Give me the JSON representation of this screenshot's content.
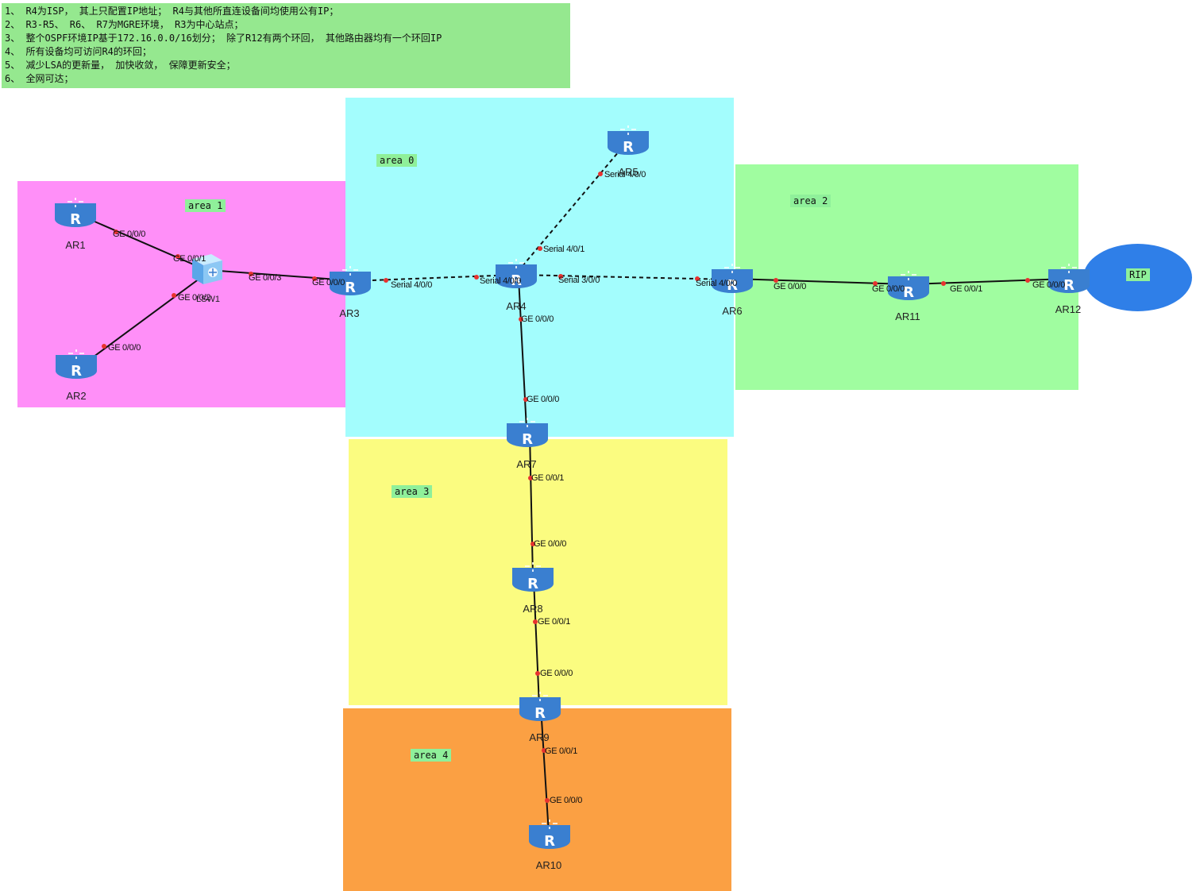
{
  "notes": [
    "1、 R4为ISP， 其上只配置IP地址； R4与其他所直连设备间均使用公有IP；",
    "2、 R3-R5、 R6、 R7为MGRE环境， R3为中心站点；",
    "3、 整个OSPF环境IP基于172.16.0.0/16划分； 除了R12有两个环回， 其他路由器均有一个环回IP",
    "4、 所有设备均可访问R4的环回；",
    "5、 减少LSA的更新量， 加快收敛， 保障更新安全；",
    "6、 全网可达；"
  ],
  "areas": {
    "area1": {
      "label": "area 1",
      "color": "#ff8ff8"
    },
    "area0": {
      "label": "area 0",
      "color": "#a3fdfd"
    },
    "area2": {
      "label": "area 2",
      "color": "#a0fda0"
    },
    "area3": {
      "label": "area 3",
      "color": "#fbfc80"
    },
    "area4": {
      "label": "area 4",
      "color": "#fba043"
    }
  },
  "rip": {
    "label": "RIP",
    "color": "#2f7fe8"
  },
  "devices": {
    "ar1": "AR1",
    "ar2": "AR2",
    "lsw1": "LSW1",
    "ar3": "AR3",
    "ar4": "AR4",
    "ar5": "AR5",
    "ar6": "AR6",
    "ar7": "AR7",
    "ar8": "AR8",
    "ar9": "AR9",
    "ar10": "AR10",
    "ar11": "AR11",
    "ar12": "AR12"
  },
  "ports": {
    "ar1_ge000": "GE 0/0/0",
    "lsw1_ge001": "GE 0/0/1",
    "lsw1_ge002": "GE 0/0/2",
    "lsw1_ge003": "GE 0/0/3",
    "ar2_ge000": "GE 0/0/0",
    "ar3_ge000": "GE 0/0/0",
    "ar3_s400": "Serial 4/0/0",
    "ar4_s400": "Serial 4/0/0",
    "ar4_s401": "Serial 4/0/1",
    "ar4_s300": "Serial 3/0/0",
    "ar4_ge000": "GE 0/0/0",
    "ar5_s400": "Serial 4/0/0",
    "ar6_s400": "Serial 4/0/0",
    "ar6_ge000": "GE 0/0/0",
    "ar11_ge000": "GE 0/0/0",
    "ar11_ge001": "GE 0/0/1",
    "ar12_ge000": "GE 0/0/0",
    "ar7_ge000": "GE 0/0/0",
    "ar7_ge001": "GE 0/0/1",
    "ar8_ge000": "GE 0/0/0",
    "ar8_ge001": "GE 0/0/1",
    "ar9_ge000": "GE 0/0/0",
    "ar9_ge001": "GE 0/0/1",
    "ar10_ge000": "GE 0/0/0"
  }
}
